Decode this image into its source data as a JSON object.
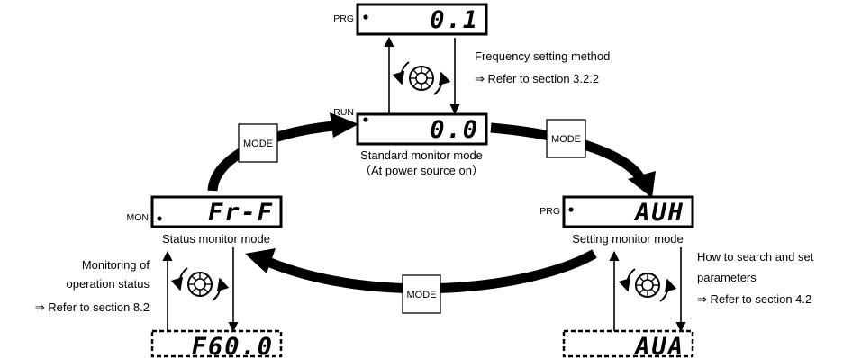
{
  "displays": {
    "prg_top": {
      "indicator": "PRG",
      "value": "0.1"
    },
    "run": {
      "indicator": "RUN",
      "value": "0.0"
    },
    "mon": {
      "indicator": "MON",
      "value": "Fr-F"
    },
    "prg_right": {
      "indicator": "PRG",
      "value": "AUH"
    },
    "mon_bottom": {
      "value": "F60.0"
    },
    "prg_bottom": {
      "value": "AUA"
    }
  },
  "mode_buttons": {
    "left": "MODE",
    "right": "MODE",
    "bottom": "MODE"
  },
  "captions": {
    "standard_title": "Standard monitor mode",
    "standard_sub": "（At power source on）",
    "status_title": "Status monitor mode",
    "setting_title": "Setting monitor mode",
    "freq_title": "Frequency setting method",
    "freq_ref": "⇒ Refer to section 3.2.2",
    "mon_line1": "Monitoring of",
    "mon_line2": "operation status",
    "mon_ref": "⇒ Refer to section 8.2",
    "search_line1": "How to search and set",
    "search_line2": "parameters",
    "search_ref": "⇒ Refer to section 4.2"
  },
  "icons": [
    "setting-dial-icon",
    "rotate-arrows-icon"
  ]
}
